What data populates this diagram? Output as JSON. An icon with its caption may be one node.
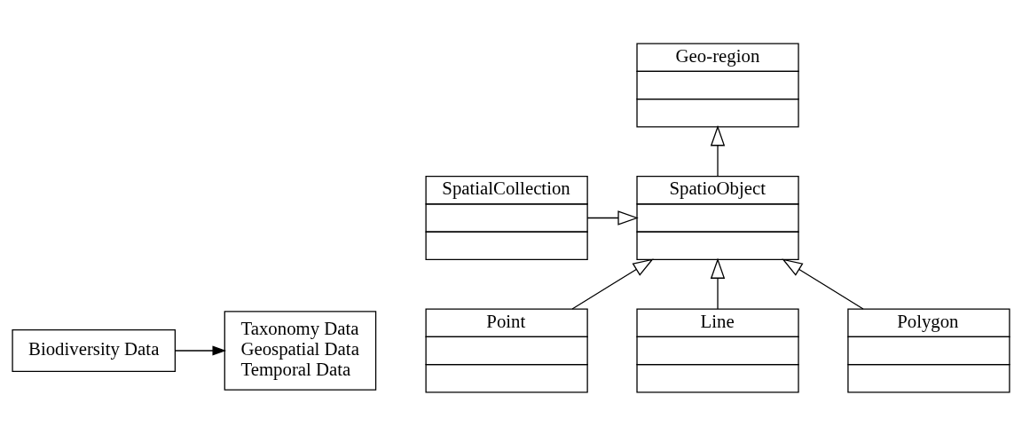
{
  "diagram": {
    "nodes": [
      {
        "text": [
          "Biodiversity Data"
        ]
      },
      {
        "text": [
          "Taxonomy Data",
          "Geospatial Data",
          "Temporal Data"
        ]
      },
      {
        "text": [
          "Geo-region"
        ]
      },
      {
        "text": [
          "SpatioObject"
        ]
      },
      {
        "text": [
          "SpatialCollection"
        ]
      },
      {
        "text": [
          "Point"
        ]
      },
      {
        "text": [
          "Line"
        ]
      },
      {
        "text": [
          "Polygon"
        ]
      }
    ],
    "edges": [
      {
        "from": 0,
        "to": 1,
        "arrow": "to"
      },
      {
        "from": 3,
        "to": 2,
        "arrow": "to"
      },
      {
        "from": 4,
        "to": 3,
        "arrow": "to"
      },
      {
        "from": 5,
        "to": 3,
        "arrow": "to"
      },
      {
        "from": 6,
        "to": 3,
        "arrow": "to"
      },
      {
        "from": 7,
        "to": 3,
        "arrow": "to"
      }
    ]
  }
}
